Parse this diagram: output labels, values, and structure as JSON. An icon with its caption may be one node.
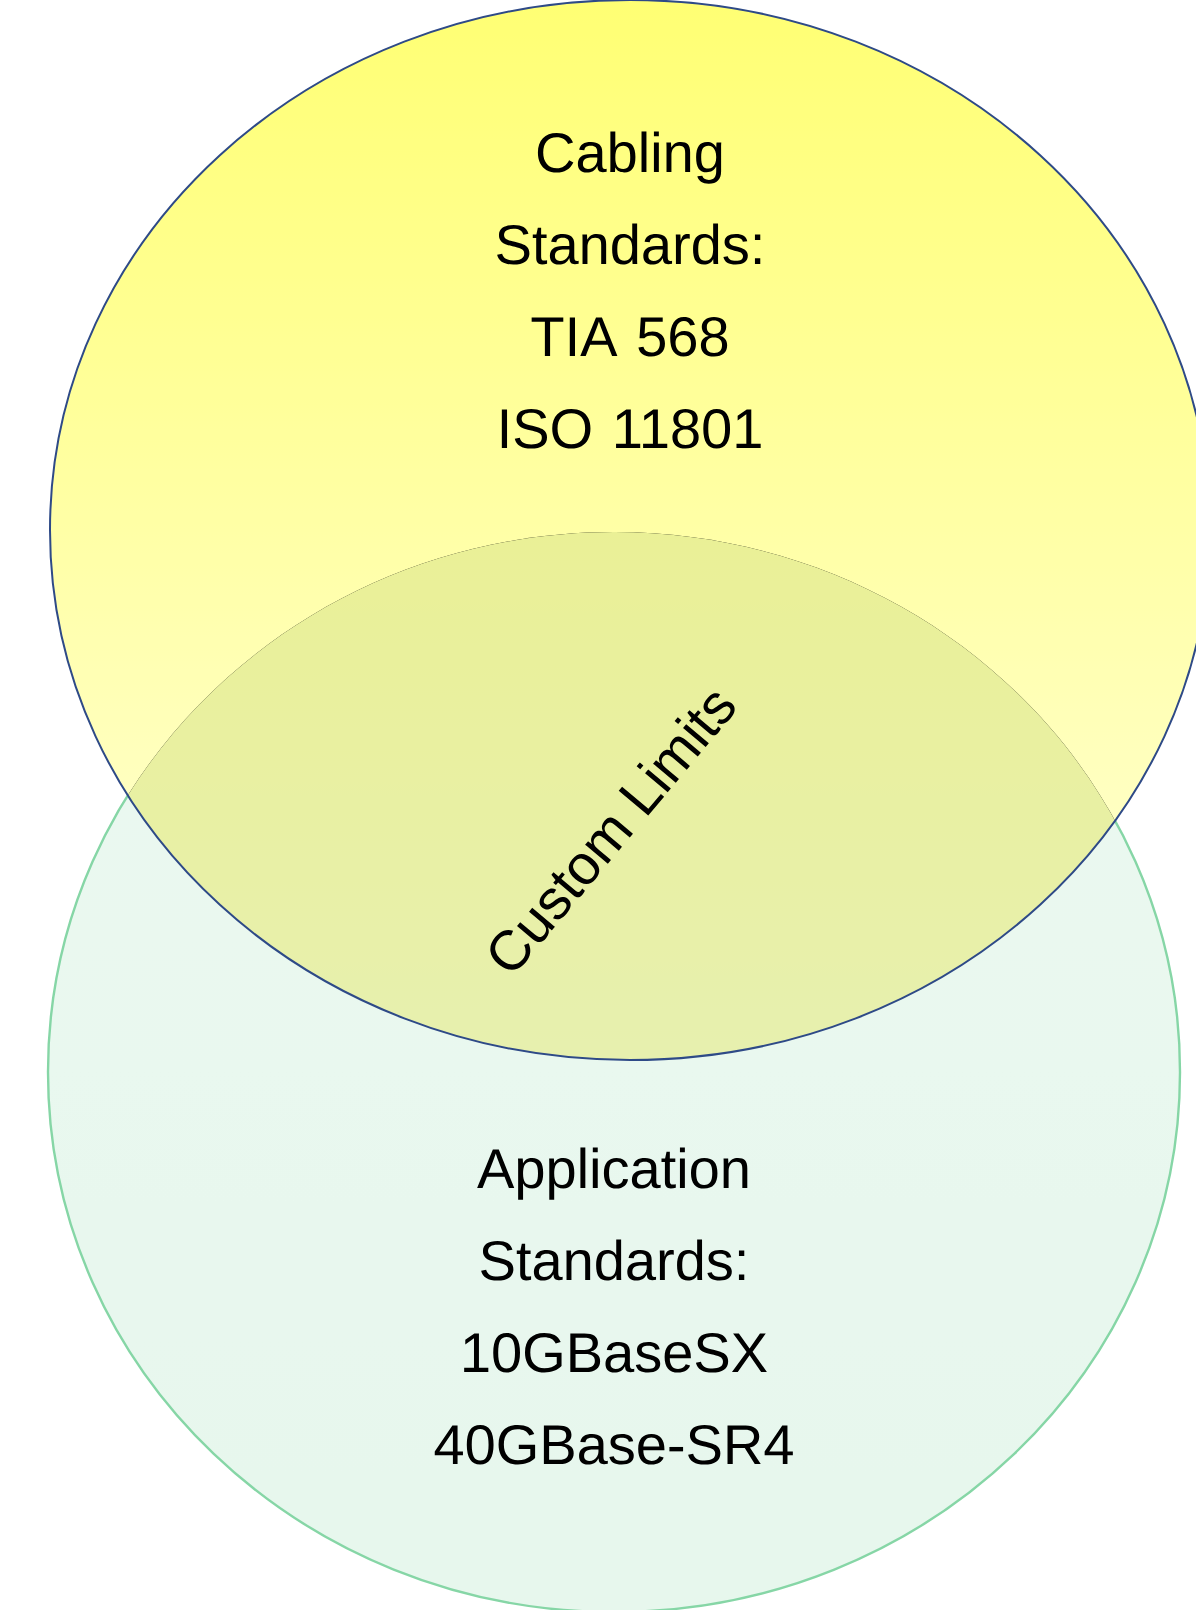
{
  "diagram": {
    "nodes": [
      {
        "text": [
          "Cabling Standards: TIA 568 ISO 11801"
        ]
      },
      {
        "text": [
          "Application Standards: 10GBaseSX 40GBase-SR4"
        ]
      }
    ],
    "labels": [
      "Custom Limits"
    ]
  }
}
